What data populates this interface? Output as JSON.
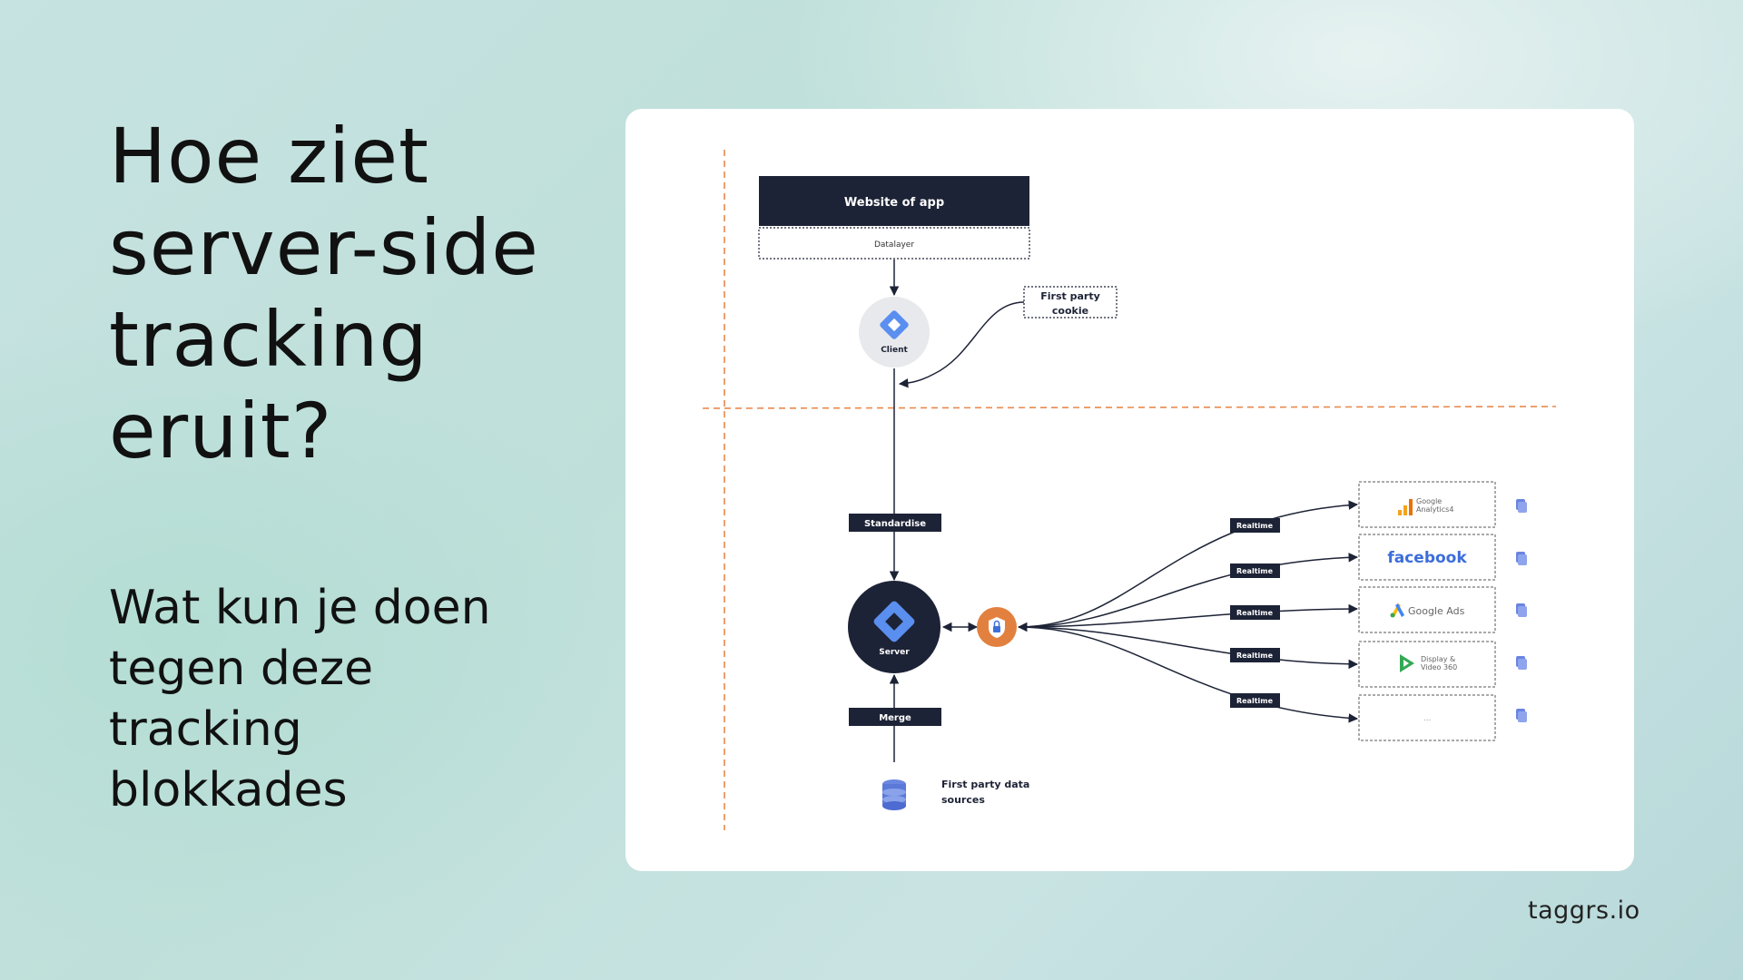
{
  "heading": {
    "line1": "Hoe ziet",
    "line2": "server-side",
    "line3": "tracking",
    "line4": "eruit?"
  },
  "subheading": {
    "line1": "Wat kun je doen",
    "line2": "tegen deze",
    "line3": "tracking",
    "line4": "blokkades"
  },
  "diagram": {
    "website_label": "Website of app",
    "datalayer_label": "Datalayer",
    "client_label": "Client",
    "cookie_label_line1": "First party",
    "cookie_label_line2": "cookie",
    "standardise_label": "Standardise",
    "server_label": "Server",
    "merge_label": "Merge",
    "data_sources_line1": "First party data",
    "data_sources_line2": "sources",
    "realtime_label": "Realtime",
    "destinations": {
      "ga4_line1": "Google",
      "ga4_line2": "Analytics4",
      "facebook": "facebook",
      "google_ads": "Google Ads",
      "dv360_line1": "Display &",
      "dv360_line2": "Video 360",
      "more": "..."
    },
    "icons": {
      "client": "gtm-diamond-icon",
      "server": "gtm-diamond-icon",
      "shield": "shield-lock-icon",
      "database": "database-icon",
      "ga4": "google-analytics-icon",
      "ads": "google-ads-icon",
      "dv360": "display-video-360-icon"
    },
    "colors": {
      "navy": "#1d2336",
      "orange": "#e2813f",
      "gtm_blue": "#5a8ff0",
      "facebook_blue": "#3b6ddb",
      "boundary": "#e8894d"
    }
  },
  "footer": {
    "brand": "taggrs.io"
  }
}
